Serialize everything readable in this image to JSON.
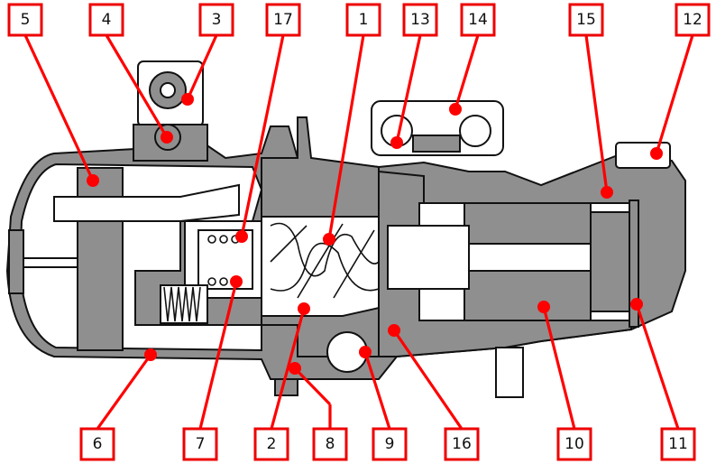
{
  "diagram": {
    "accent_color": "#ff0000",
    "body_color": "#8f8f8f",
    "callouts": [
      {
        "label": "5"
      },
      {
        "label": "4"
      },
      {
        "label": "3"
      },
      {
        "label": "17"
      },
      {
        "label": "1"
      },
      {
        "label": "13"
      },
      {
        "label": "14"
      },
      {
        "label": "15"
      },
      {
        "label": "12"
      },
      {
        "label": "6"
      },
      {
        "label": "7"
      },
      {
        "label": "2"
      },
      {
        "label": "8"
      },
      {
        "label": "9"
      },
      {
        "label": "16"
      },
      {
        "label": "10"
      },
      {
        "label": "11"
      }
    ]
  }
}
